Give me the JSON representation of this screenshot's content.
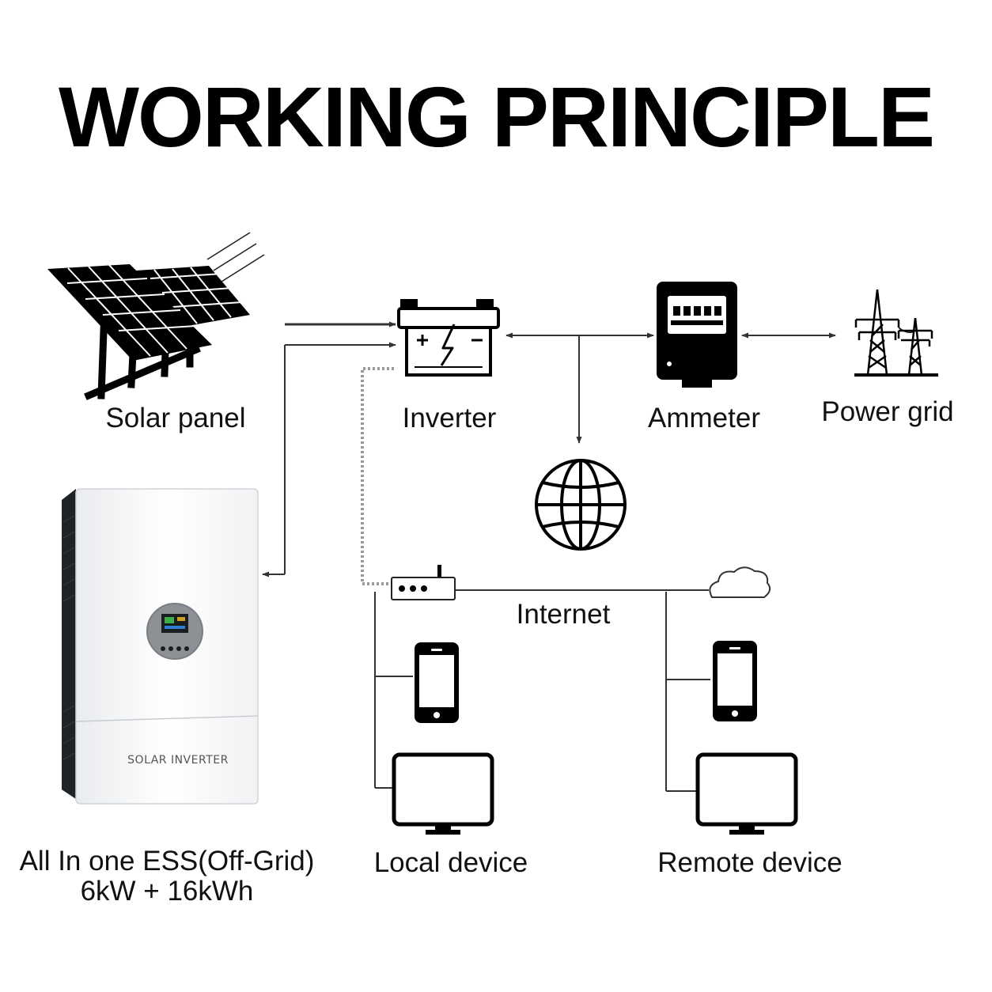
{
  "title": "WORKING PRINCIPLE",
  "labels": {
    "solar_panel": "Solar panel",
    "inverter": "Inverter",
    "ammeter": "Ammeter",
    "power_grid": "Power grid",
    "internet": "Internet",
    "local_device": "Local device",
    "remote_device": "Remote device",
    "ess_line1": "All In one ESS(Off-Grid)",
    "ess_line2": "6kW + 16kWh"
  },
  "product": {
    "front_text": "SOLAR INVERTER"
  },
  "icons": [
    "solar-panel-icon",
    "sun-rays-icon",
    "battery-inverter-icon",
    "ammeter-icon",
    "power-tower-icon",
    "globe-icon",
    "router-icon",
    "cloud-icon",
    "phone-icon",
    "monitor-icon"
  ]
}
